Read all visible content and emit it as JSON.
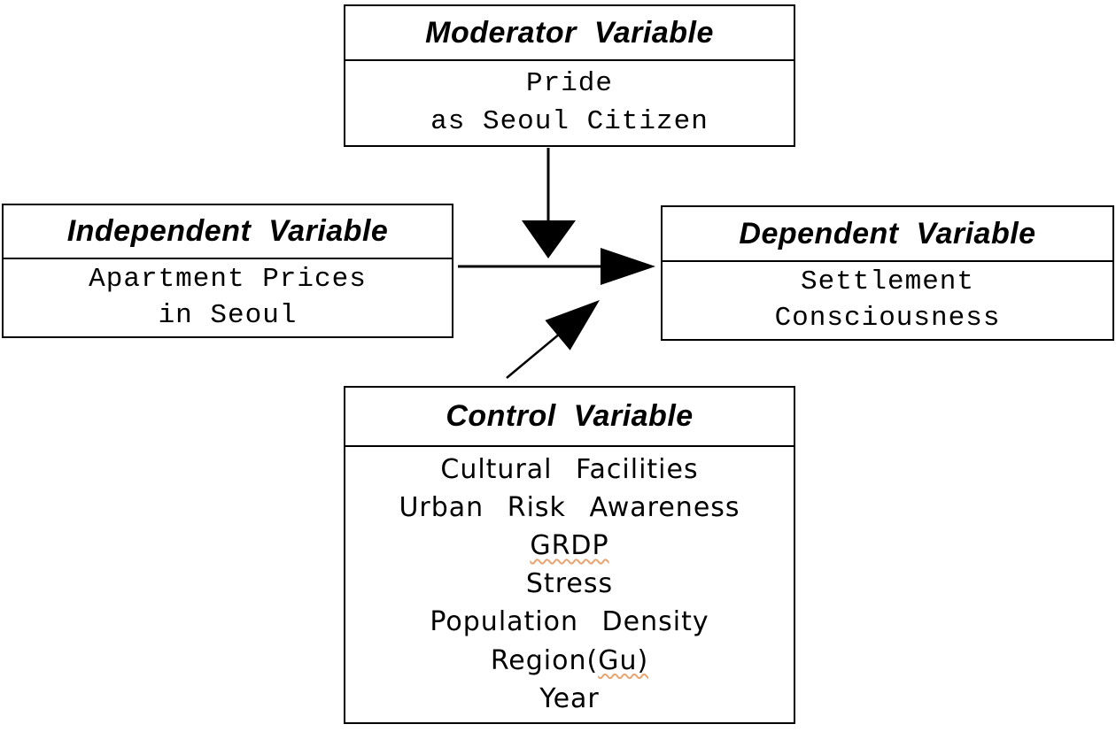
{
  "diagram": {
    "moderator_box": {
      "title": "Moderator Variable",
      "lines": [
        "Pride",
        "as Seoul Citizen"
      ]
    },
    "independent_box": {
      "title": "Independent Variable",
      "lines": [
        "Apartment Prices",
        "in Seoul"
      ]
    },
    "dependent_box": {
      "title": "Dependent Variable",
      "lines": [
        "Settlement",
        "Consciousness"
      ]
    },
    "control_box": {
      "title": "Control Variable",
      "items": [
        {
          "text": "Cultural Facilities"
        },
        {
          "text": "Urban Risk Awareness"
        },
        {
          "text": "GRDP",
          "misspelled": true
        },
        {
          "text": "Stress"
        },
        {
          "text": "Population Density"
        },
        {
          "pre": "Region(",
          "mis": "Gu)",
          "misspelled": true
        },
        {
          "text": "Year"
        }
      ]
    },
    "arrows": [
      {
        "name": "main-effect-arrow",
        "from": "Independent Variable",
        "to": "Dependent Variable",
        "style": "solid line, filled triangle head pointing right"
      },
      {
        "name": "moderation-arrow",
        "from": "Moderator Variable",
        "to": "Independent-Dependent path",
        "style": "solid line, filled triangle head pointing down"
      },
      {
        "name": "control-arrow",
        "from": "Control Variable",
        "to": "Independent-Dependent path",
        "style": "solid line, filled triangle head pointing up-right"
      }
    ]
  },
  "colors": {
    "background": "#ffffff",
    "border": "#000000",
    "text": "#000000",
    "arrow": "#000000",
    "spellcheck_underline": "#e8a470"
  }
}
